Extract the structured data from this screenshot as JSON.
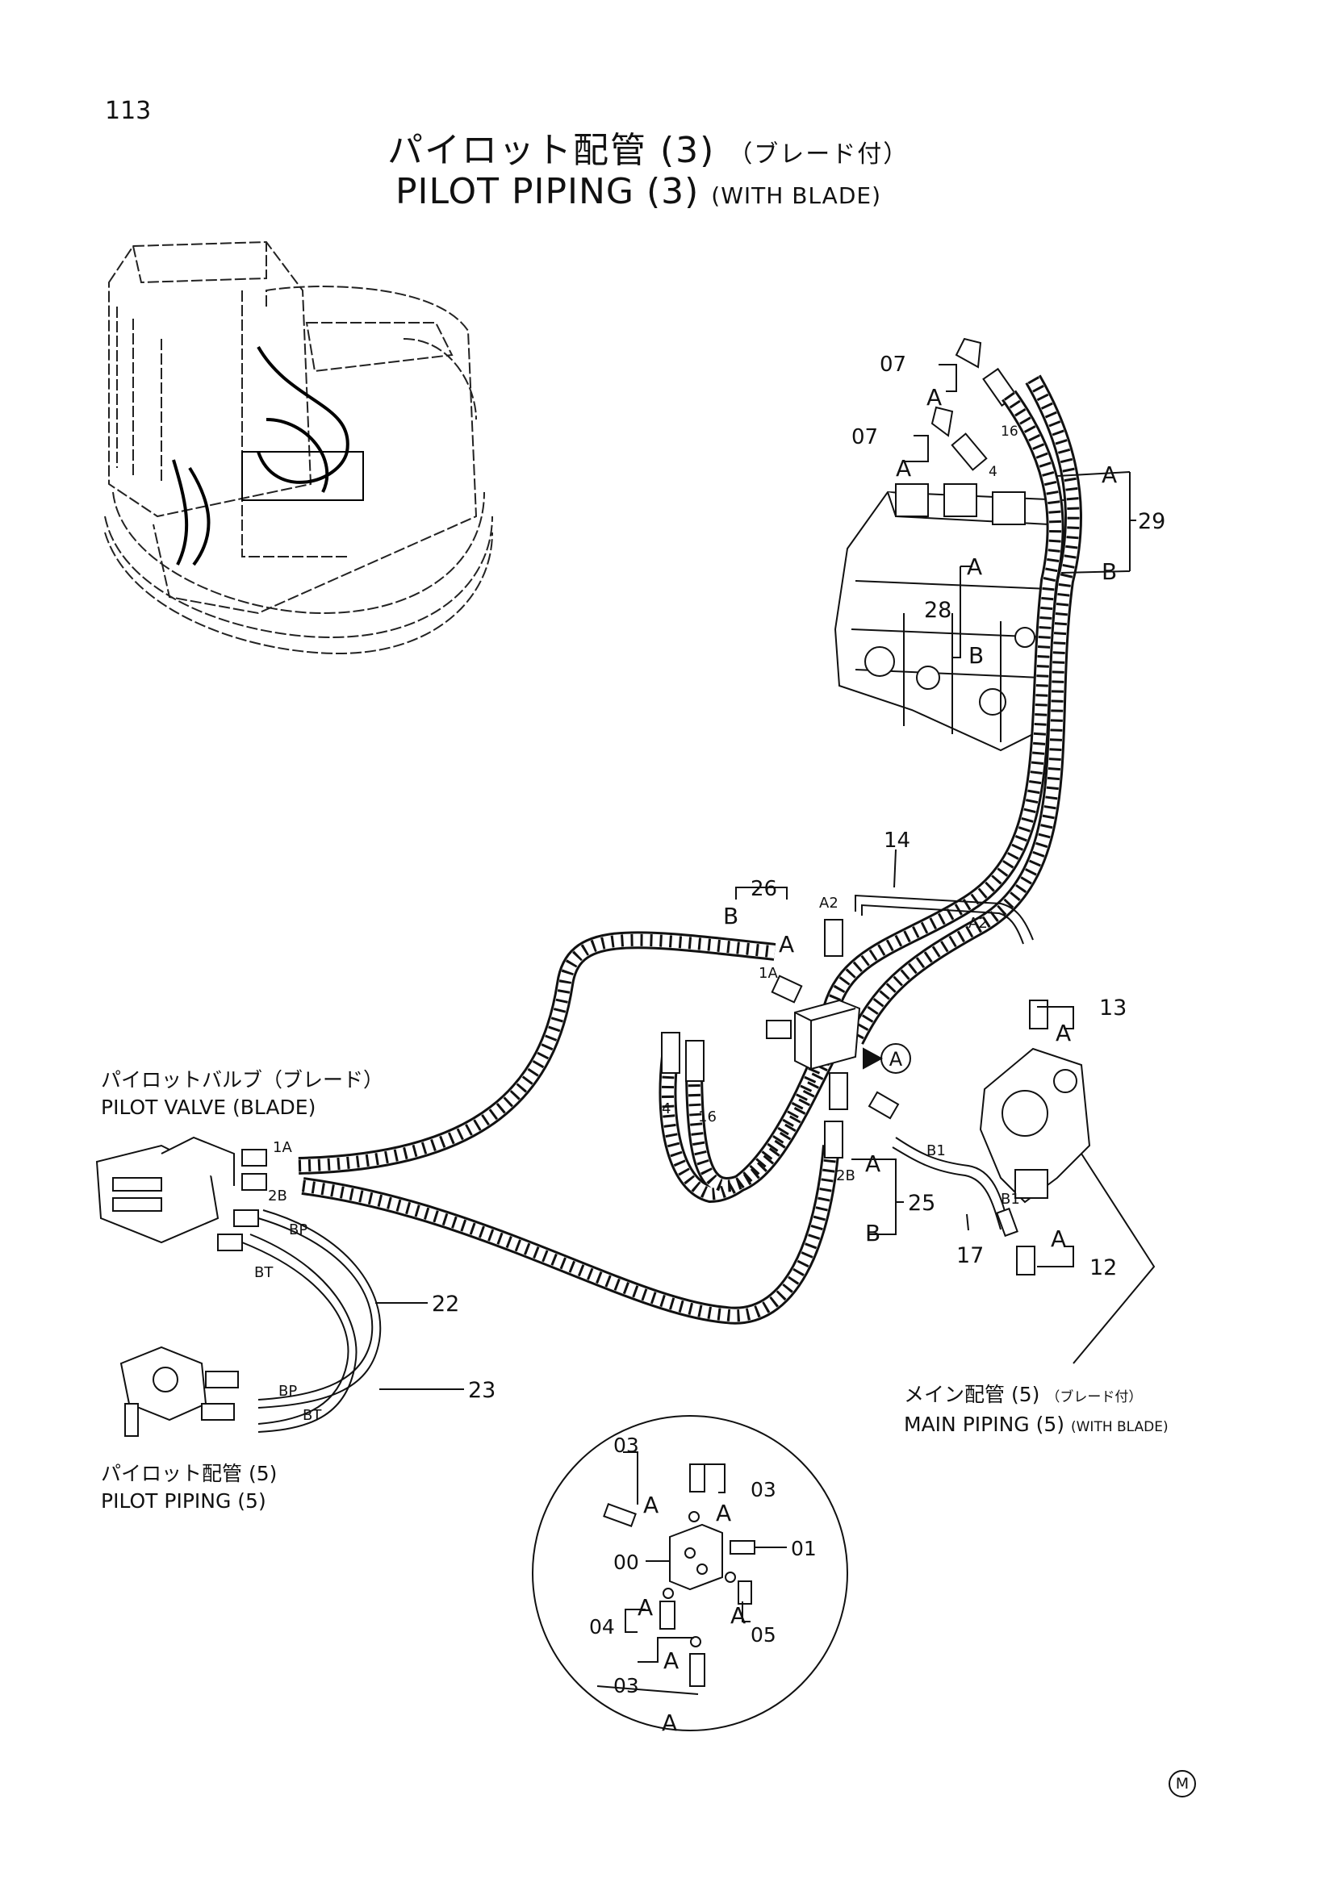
{
  "page": {
    "number": "113"
  },
  "title": {
    "jp_main": "パイロット配管 (3)",
    "jp_sub": "（ブレード付）",
    "en_main": "PILOT PIPING (3)",
    "en_sub": "(WITH BLADE)"
  },
  "captions": {
    "pilot_valve_jp": "パイロットバルブ（ブレード）",
    "pilot_valve_en": "PILOT VALVE (BLADE)",
    "pilot_piping_jp": "パイロット配管 (5)",
    "pilot_piping_en": "PILOT PIPING (5)",
    "main_piping_jp": "メイン配管 (5)",
    "main_piping_jp_sub": "（ブレード付）",
    "main_piping_en": "MAIN PIPING (5)",
    "main_piping_en_sub": "(WITH BLADE)"
  },
  "callouts": {
    "p07a": "07",
    "p07b": "07",
    "p29": "29",
    "p28": "28",
    "p16": "16",
    "p4": "4",
    "p14": "14",
    "p26": "26",
    "p13": "13",
    "p25": "25",
    "p12": "12",
    "p17": "17",
    "p22": "22",
    "p23": "23",
    "d03a": "03",
    "d03b": "03",
    "d03c": "03",
    "d00": "00",
    "d01": "01",
    "d04": "04",
    "d05": "05"
  },
  "ports": {
    "a2": "A2",
    "b1": "B1",
    "p1a": "1A",
    "p2b": "2B",
    "bp": "BP",
    "bt": "BT",
    "q4": "4",
    "q16": "16"
  },
  "letters": {
    "a": "A",
    "b": "B"
  },
  "detail_marker": "A",
  "mark": "M"
}
